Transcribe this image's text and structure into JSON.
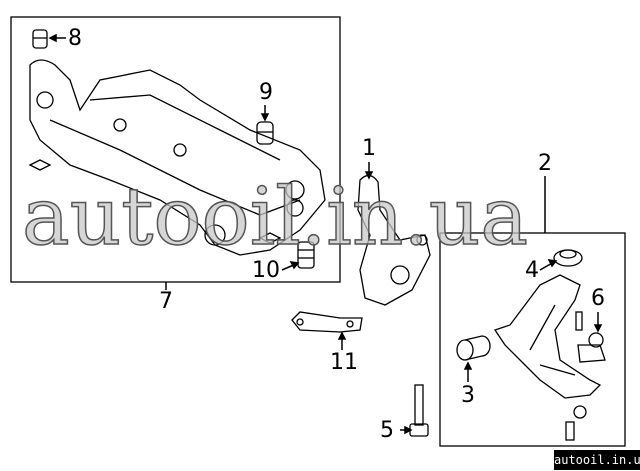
{
  "labels": {
    "p1": "1",
    "p2": "2",
    "p3": "3",
    "p4": "4",
    "p5": "5",
    "p6": "6",
    "p7": "7",
    "p8": "8",
    "p9": "9",
    "p10": "10",
    "p11": "11"
  },
  "watermark": "autooil.in.ua",
  "badge": "autooil.in.ua"
}
